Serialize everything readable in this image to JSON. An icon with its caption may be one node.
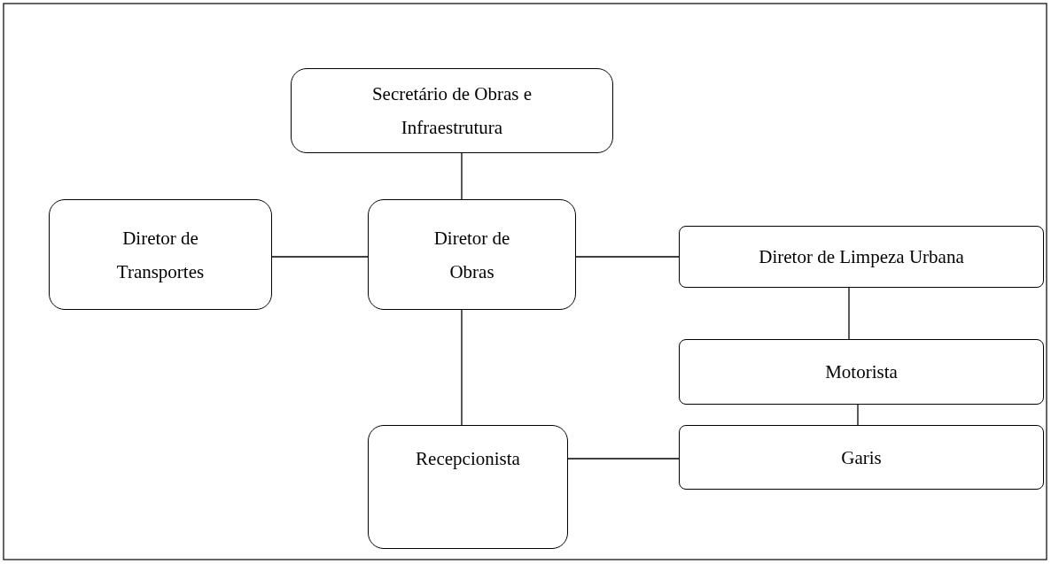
{
  "diagram": {
    "nodes": [
      {
        "text": [
          "Secretário de Obras e Infraestrutura"
        ]
      },
      {
        "text": [
          "Diretor de Transportes"
        ]
      },
      {
        "text": [
          "Diretor de Obras"
        ]
      },
      {
        "text": [
          "Diretor de Limpeza Urbana"
        ]
      },
      {
        "text": [
          "Motorista"
        ]
      },
      {
        "text": [
          "Garis"
        ]
      },
      {
        "text": [
          "Recepcionista"
        ]
      }
    ],
    "edges": [
      {
        "from": 0,
        "to": 2,
        "arrow": "none"
      },
      {
        "from": 1,
        "to": 2,
        "arrow": "none"
      },
      {
        "from": 2,
        "to": 3,
        "arrow": "none"
      },
      {
        "from": 3,
        "to": 4,
        "arrow": "none"
      },
      {
        "from": 4,
        "to": 5,
        "arrow": "none"
      },
      {
        "from": 2,
        "to": 6,
        "arrow": "none"
      },
      {
        "from": 6,
        "to": 5,
        "arrow": "none"
      }
    ]
  }
}
